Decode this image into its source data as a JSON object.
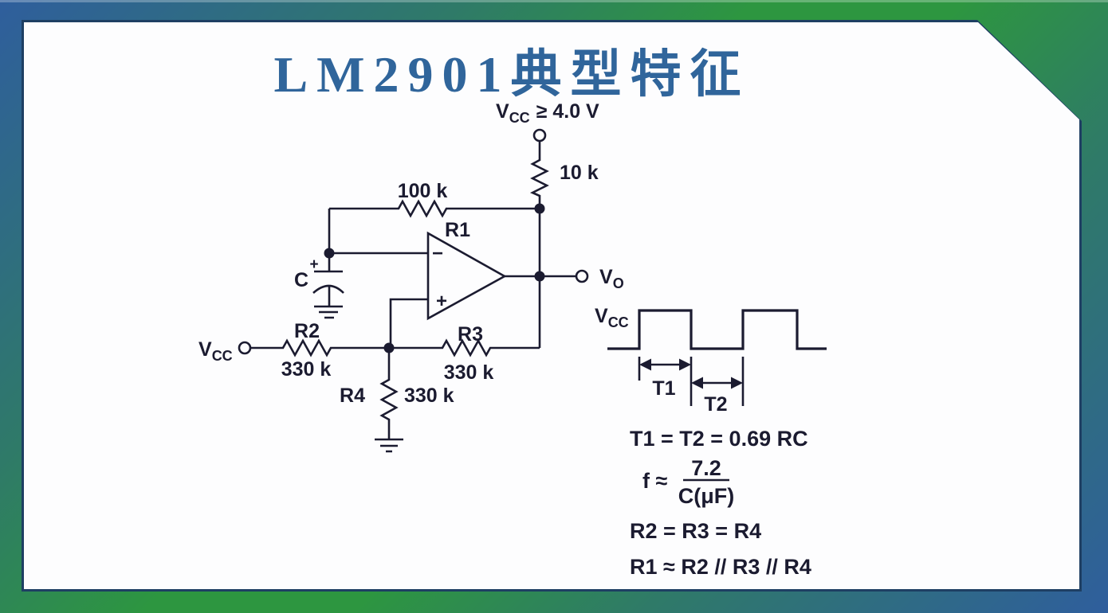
{
  "colors": {
    "border-blue": "#2F5E9D",
    "border-green": "#2D9640",
    "edge-navy": "#1E3F63",
    "panel-white": "#FDFDFE",
    "title-blue": "#30659B",
    "ink": "#1B1B30"
  },
  "title": {
    "text": "LM2901典型特征"
  },
  "circuit": {
    "supply": {
      "v": "V",
      "sub": "CC",
      "rest": "≥ 4.0 V"
    },
    "r10k": {
      "value": "10 k"
    },
    "r100k": {
      "value": "100 k"
    },
    "r1": {
      "name": "R1"
    },
    "opamp": {
      "minus": "−",
      "plus": "+"
    },
    "cap": {
      "name": "C",
      "plus": "+"
    },
    "vcc_in": {
      "v": "V",
      "sub": "CC"
    },
    "r2": {
      "name": "R2",
      "value": "330 k"
    },
    "r3": {
      "name": "R3",
      "value": "330 k"
    },
    "r4": {
      "name": "R4",
      "value": "330 k"
    },
    "vo": {
      "v": "V",
      "sub": "O"
    }
  },
  "waveform": {
    "level": {
      "v": "V",
      "sub": "CC"
    },
    "t1": "T1",
    "t2": "T2"
  },
  "formulas": {
    "line1": "T1 = T2 = 0.69 RC",
    "f_lhs": "f ≈",
    "f_num": "7.2",
    "f_den": "C(μF)",
    "line3": "R2 = R3 = R4",
    "line4": "R1 ≈ R2 // R3 // R4"
  }
}
